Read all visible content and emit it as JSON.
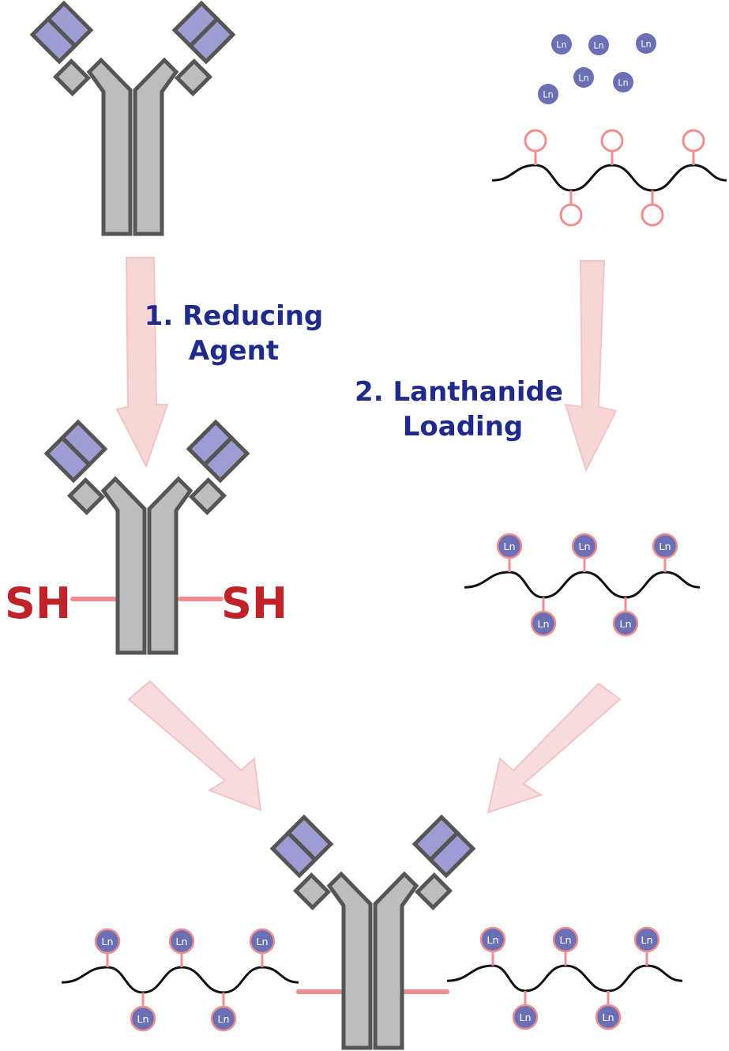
{
  "steps": {
    "step1": {
      "line1": "1. Reducing",
      "line2": "Agent"
    },
    "step2": {
      "line1": "2. Lanthanide",
      "line2": "Loading"
    }
  },
  "thiol_label": "SH",
  "metal_label": "Ln",
  "colors": {
    "heavy_chain": "#bdbdbd",
    "variable_domain": "#9d9dd3",
    "outline": "#555555",
    "arrow": "#f5c9cb",
    "linker": "#f28c8e",
    "chelator": "#f08e90",
    "ln_fill": "#6b6fb3",
    "sh_text": "#bf2228",
    "step_text": "#1f2a8a",
    "polymer": "#111111"
  },
  "icons": {
    "antibody": "antibody-icon",
    "reduced_antibody": "reduced-antibody-icon",
    "conjugate": "antibody-polymer-conjugate-icon",
    "polymer": "polymer-chain-icon",
    "ion": "lanthanide-ion-icon"
  }
}
